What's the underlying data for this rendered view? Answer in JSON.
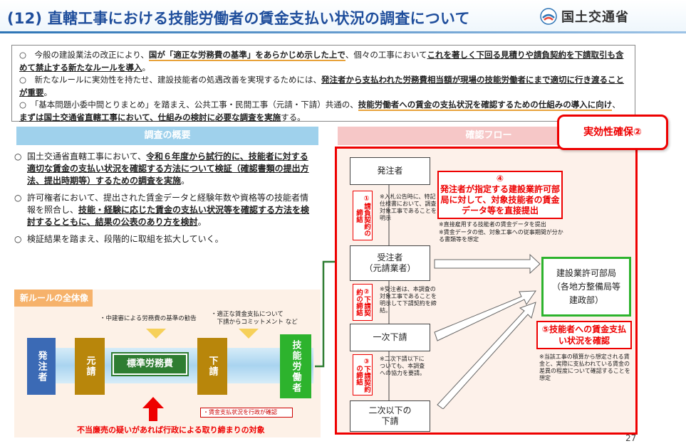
{
  "header": {
    "title": "(12) 直轄工事における技能労働者の賃金支払い状況の調査について",
    "ministry": "国土交通省"
  },
  "intro": {
    "p1": {
      "a": "○　今般の建設業法の改正により、",
      "b": "国が「適正な労務費の基準」をあらかじめ示した上で",
      "c": "、個々の工事において",
      "d": "これを著しく下回る見積りや請負契約を下請取引も含めて禁止する新たなルールを導入",
      "e": "。"
    },
    "p2": {
      "a": "○　新たなルールに実効性を持たせ、建設技能者の処遇改善を実現するためには、",
      "b": "発注者から支払われた労務費相当額が現場の技能労働者にまで適切に行き渡ることが重要",
      "c": "。"
    },
    "p3": {
      "a": "○　「基本問題小委中間とりまとめ」を踏まえ、公共工事・民間工事（元請・下請）共通の、",
      "b": "技能労働者への賃金の支払状況を確認するための仕組みの導入に向け",
      "c": "、",
      "d": "まずは国土交通省直轄工事において、仕組みの検討に必要な調査を実施",
      "e": "する。"
    }
  },
  "survey": {
    "heading": "調査の概要",
    "item1": {
      "a": "国土交通省直轄工事において、",
      "b": "令和６年度から試行的に、技能者に対する適切な賃金の支払い状況を確認する方法について検証（確認書類の提出方法、提出時期等）するための調査を実施",
      "c": "。"
    },
    "item2": {
      "a": "許可権者において、提出された賃金データと経験年数や資格等の技能者情報を照合し、",
      "b": "技能・経験に応じた賃金の支払い状況等を確認する方法を検討するとともに、結果の公表のあり方を検討",
      "c": "。"
    },
    "item3": "検証結果を踏まえ、段階的に取組を拡大していく。"
  },
  "new_rule": {
    "heading": "新ルールの全体像",
    "note_left": "・中建審による労務費の基準の勧告",
    "note_right": "・適正な賃金支払について\n　下請からコミットメント など",
    "hacchusha": "発注者",
    "motouke": "元請",
    "standard_wage": "標準労務費",
    "shitauke": "下請",
    "ginou": "技能労働者",
    "wage_report": "・賃金支払状況を行政が確認",
    "unfair": "不当廉売の疑いがあれば行政による取り締まりの対象"
  },
  "flow": {
    "heading": "確認フロー",
    "badge": "実効性確保②",
    "hacchusha": "発注者",
    "motouke_line1": "受注者",
    "motouke_line2": "（元請業者）",
    "ichiji": "一次下請",
    "niji_line1": "二次以下の",
    "niji_line2": "下請",
    "v1": "①請負契約の締結",
    "v2": "②下請契約の締結",
    "v3": "③下請契約の締結",
    "note1": "※入札公告時に、特記仕様書において、調査対象工事であることを明示",
    "note2": "※受注者は、本調査の対象工事であることを明示して下請契約を締結。",
    "note3": "※二次下請以下についても、本調査への協力を要請。",
    "step4_line1": "④",
    "step4_text": "発注者が指定する建設業許可部局に対して、対象技能者の賃金データ等を直接提出",
    "step4_note1": "※直接雇用する技能者の賃金データを提出",
    "step4_note2": "※賃金データの他、対象工事への従事期間が分かる書類等を想定",
    "bureau_line1": "建設業許可部局",
    "bureau_line2": "（各地方整備局等",
    "bureau_line3": "建政部）",
    "step5": "⑤技能者への賃金支払い状況を確認",
    "step5_note": "※当該工事の積算から想定される賃金と、実際に支払われている賃金の差異の程度について確認することを想定"
  },
  "page_number": "27"
}
